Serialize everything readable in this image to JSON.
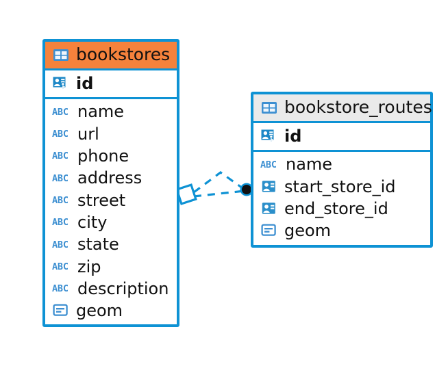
{
  "diagram": {
    "type": "entity-relationship-diagram",
    "background_color": "#ffffff",
    "accent_color": "#0e92d4",
    "highlight_color": "#f5823c",
    "header_gray": "#eaeaea"
  },
  "tables": [
    {
      "name": "bookstores",
      "table_icon": "table-grid-icon",
      "header_style": "orange",
      "primary_key": {
        "label": "id",
        "icon": "primary-key-icon"
      },
      "columns": [
        {
          "label": "name",
          "icon": "text-abc-icon"
        },
        {
          "label": "url",
          "icon": "text-abc-icon"
        },
        {
          "label": "phone",
          "icon": "text-abc-icon"
        },
        {
          "label": "address",
          "icon": "text-abc-icon"
        },
        {
          "label": "street",
          "icon": "text-abc-icon"
        },
        {
          "label": "city",
          "icon": "text-abc-icon"
        },
        {
          "label": "state",
          "icon": "text-abc-icon"
        },
        {
          "label": "zip",
          "icon": "text-abc-icon"
        },
        {
          "label": "description",
          "icon": "text-abc-icon"
        },
        {
          "label": "geom",
          "icon": "geometry-icon"
        }
      ]
    },
    {
      "name": "bookstore_routes",
      "table_icon": "table-grid-icon",
      "header_style": "gray",
      "primary_key": {
        "label": "id",
        "icon": "primary-key-icon"
      },
      "columns": [
        {
          "label": "name",
          "icon": "text-abc-icon"
        },
        {
          "label": "start_store_id",
          "icon": "foreign-key-icon"
        },
        {
          "label": "end_store_id",
          "icon": "foreign-key-icon"
        },
        {
          "label": "geom",
          "icon": "geometry-icon"
        }
      ]
    }
  ],
  "relationships": [
    {
      "from_table": "bookstores",
      "to_table": "bookstore_routes",
      "from_endpoint": "diamond",
      "to_endpoint": "filled-dot",
      "line_style": "dashed",
      "color": "#0e92d4"
    },
    {
      "from_table": "bookstores",
      "to_table": "bookstore_routes",
      "from_endpoint": "diamond",
      "to_endpoint": "filled-dot",
      "line_style": "dashed",
      "color": "#0e92d4"
    }
  ]
}
